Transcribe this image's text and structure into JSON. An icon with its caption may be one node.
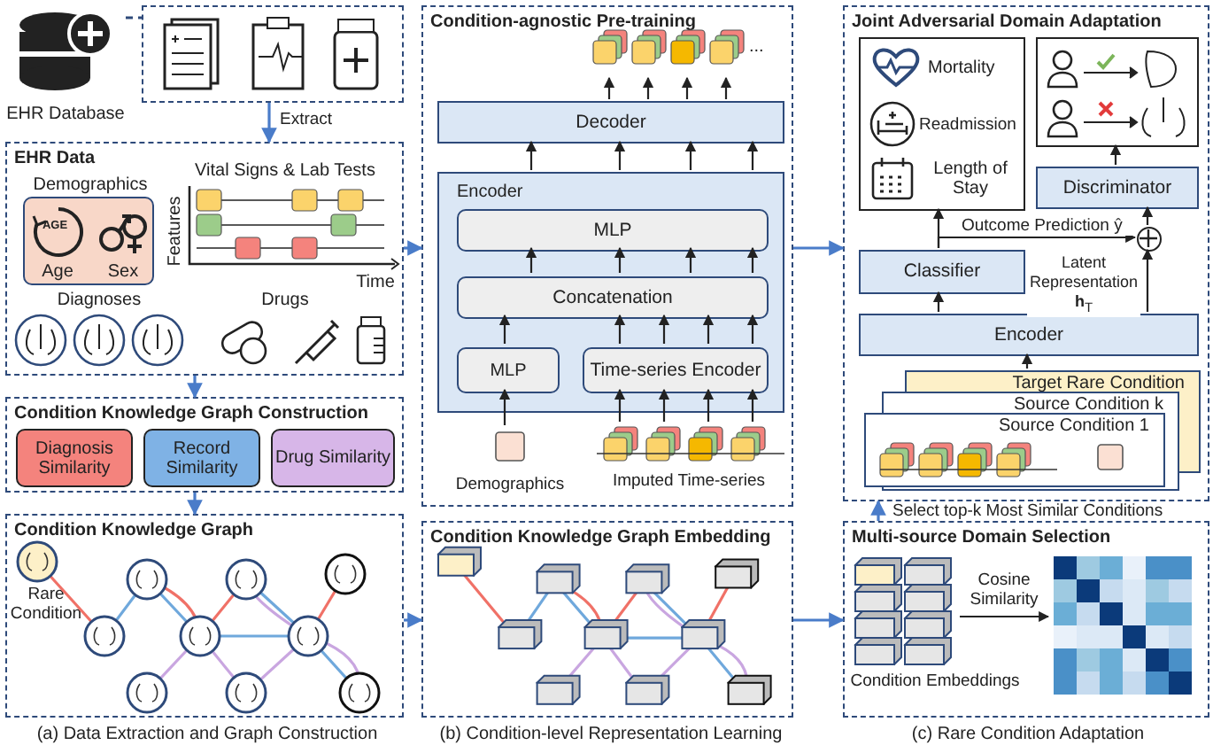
{
  "diagram": {
    "nodes": [
      {
        "text": [
          "EHR Database"
        ]
      },
      {
        "text": [],
        "shape": "picture"
      },
      {
        "text": [
          "EHR Data"
        ]
      },
      {
        "text": [
          "Demographics",
          "AGE",
          "Age",
          "Sex"
        ],
        "in": 2
      },
      {
        "text": [
          "Vital Signs & Lab Tests",
          "Features",
          "Time"
        ],
        "in": 2
      },
      {
        "text": [
          "Diagnoses"
        ],
        "in": 2
      },
      {
        "text": [
          "Drugs"
        ],
        "in": 2
      },
      {
        "text": [
          "Condition Knowledge Graph Construction"
        ]
      },
      {
        "text": [
          "Diagnosis Similarity"
        ],
        "in": 7
      },
      {
        "text": [
          "Record Similarity"
        ],
        "in": 7
      },
      {
        "text": [
          "Drug Similarity"
        ],
        "in": 7
      },
      {
        "text": [
          "Condition Knowledge Graph"
        ]
      },
      {
        "text": [
          "Rare Condition"
        ],
        "in": 11
      },
      {
        "text": [
          "Condition-agnostic Pre-training"
        ]
      },
      {
        "text": [
          "..."
        ],
        "in": 13
      },
      {
        "text": [
          "Decoder"
        ],
        "in": 13
      },
      {
        "text": [
          "Encoder"
        ],
        "in": 13
      },
      {
        "text": [
          "MLP"
        ],
        "in": 16
      },
      {
        "text": [
          "Concatenation"
        ],
        "in": 16
      },
      {
        "text": [
          "MLP"
        ],
        "in": 16
      },
      {
        "text": [
          "Time-series Encoder"
        ],
        "in": 16
      },
      {
        "text": [
          "Demographics"
        ],
        "in": 13
      },
      {
        "text": [
          "Imputed Time-series"
        ],
        "in": 13
      },
      {
        "text": [
          "Condition Knowledge Graph Embedding"
        ]
      },
      {
        "text": [],
        "shape": "picture",
        "in": 23
      },
      {
        "text": [
          "Joint Adversarial Domain Adaptation"
        ]
      },
      {
        "text": [
          "Mortality",
          "Readmission",
          "Length of Stay"
        ],
        "in": 25
      },
      {
        "text": [],
        "shape": "picture",
        "in": 25
      },
      {
        "text": [
          "Discriminator"
        ],
        "in": 25
      },
      {
        "text": [
          "Classifier"
        ],
        "in": 25
      },
      {
        "text": [
          "Encoder"
        ],
        "in": 25
      },
      {
        "text": [],
        "shape": "circle",
        "in": 25
      },
      {
        "text": [
          "Target Rare Condition",
          "Source Condition k",
          "Source Condition 1"
        ],
        "in": 25
      },
      {
        "text": [
          "Multi-source Domain Selection"
        ]
      },
      {
        "text": [
          "Condition Embeddings"
        ],
        "in": 33
      },
      {
        "text": [],
        "shape": "picture",
        "in": 33
      }
    ],
    "edges": [
      {
        "from": 0,
        "to": 1,
        "arrow": "none",
        "style": "dashed",
        "color": "#2e4a7a"
      },
      {
        "from": 1,
        "to": 2,
        "arrow": "to",
        "label": "Extract",
        "color": "#4a7cc9"
      },
      {
        "from": 2,
        "to": 7,
        "arrow": "to",
        "color": "#4a7cc9"
      },
      {
        "from": 7,
        "to": 11,
        "arrow": "to",
        "color": "#4a7cc9"
      },
      {
        "from": 2,
        "to": 13,
        "arrow": "to",
        "color": "#4a7cc9"
      },
      {
        "from": 11,
        "to": 23,
        "arrow": "to",
        "color": "#4a7cc9"
      },
      {
        "from": 21,
        "to": 19,
        "arrow": "to"
      },
      {
        "from": 22,
        "to": 20,
        "arrow": "to"
      },
      {
        "from": 22,
        "to": 20,
        "arrow": "to"
      },
      {
        "from": 22,
        "to": 20,
        "arrow": "to"
      },
      {
        "from": 22,
        "to": 20,
        "arrow": "to"
      },
      {
        "from": 19,
        "to": 18,
        "arrow": "to"
      },
      {
        "from": 20,
        "to": 18,
        "arrow": "to"
      },
      {
        "from": 20,
        "to": 18,
        "arrow": "to"
      },
      {
        "from": 20,
        "to": 18,
        "arrow": "to"
      },
      {
        "from": 20,
        "to": 18,
        "arrow": "to"
      },
      {
        "from": 18,
        "to": 17,
        "arrow": "to"
      },
      {
        "from": 18,
        "to": 17,
        "arrow": "to"
      },
      {
        "from": 18,
        "to": 17,
        "arrow": "to"
      },
      {
        "from": 18,
        "to": 17,
        "arrow": "to"
      },
      {
        "from": 16,
        "to": 15,
        "arrow": "to"
      },
      {
        "from": 16,
        "to": 15,
        "arrow": "to"
      },
      {
        "from": 16,
        "to": 15,
        "arrow": "to"
      },
      {
        "from": 16,
        "to": 15,
        "arrow": "to"
      },
      {
        "from": 15,
        "to": 14,
        "arrow": "to"
      },
      {
        "from": 15,
        "to": 14,
        "arrow": "to"
      },
      {
        "from": 15,
        "to": 14,
        "arrow": "to"
      },
      {
        "from": 15,
        "to": 14,
        "arrow": "to"
      },
      {
        "from": 13,
        "to": 25,
        "arrow": "to",
        "color": "#4a7cc9"
      },
      {
        "from": 23,
        "to": 33,
        "arrow": "to",
        "color": "#4a7cc9"
      },
      {
        "from": 34,
        "to": 35,
        "arrow": "to",
        "label": "Cosine Similarity"
      },
      {
        "from": 33,
        "to": 25,
        "arrow": "to",
        "label": "Select top-k Most Similar Conditions",
        "color": "#4a7cc9"
      },
      {
        "from": 32,
        "to": 30,
        "arrow": "to"
      },
      {
        "from": 30,
        "to": 29,
        "arrow": "to"
      },
      {
        "from": 29,
        "to": 26,
        "arrow": "to"
      },
      {
        "from": 29,
        "to": 31,
        "arrow": "to",
        "label": "Outcome Prediction ŷ"
      },
      {
        "from": 30,
        "to": 31,
        "arrow": "to",
        "label": "Latent Representation **h**$_{T}$"
      },
      {
        "from": 31,
        "to": 28,
        "arrow": "to"
      },
      {
        "from": 28,
        "to": 27,
        "arrow": "to"
      }
    ],
    "labels": [
      "(a) Data Extraction and Graph Construction",
      "(b) Condition-level Representation Learning",
      "(c) Rare Condition Adaptation"
    ]
  }
}
